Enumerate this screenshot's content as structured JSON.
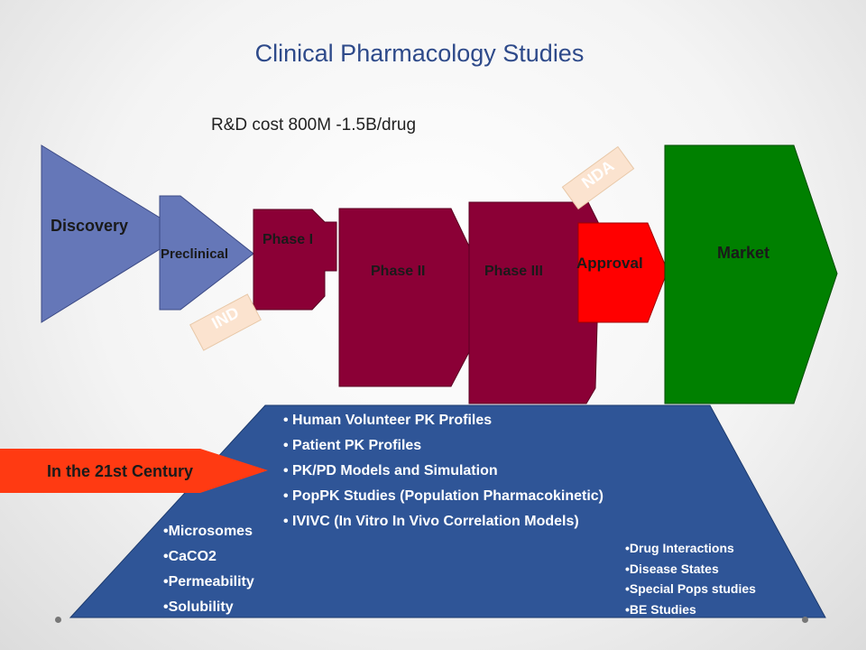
{
  "title": "Clinical Pharmacology Studies",
  "cost_note": "R&D cost 800M -1.5B/drug",
  "stages": {
    "discovery": "Discovery",
    "preclinical": "Preclinical",
    "phase1": "Phase I",
    "phase2": "Phase II",
    "phase3": "Phase III",
    "approval": "Approval",
    "market": "Market"
  },
  "tags": {
    "ind": "IND",
    "nda": "NDA"
  },
  "century_arrow": "In the 21st Century",
  "pk_items": [
    "Human Volunteer PK Profiles",
    "Patient PK Profiles",
    "PK/PD Models and Simulation",
    "PopPK Studies (Population  Pharmacokinetic)",
    "IVIVC (In Vitro In Vivo Correlation  Models)"
  ],
  "left_items": [
    "•Microsomes",
    "•CaCO2",
    "•Permeability",
    "•Solubility"
  ],
  "right_items": [
    "•Drug Interactions",
    "•Disease States",
    "•Special Pops studies",
    "•BE Studies"
  ],
  "colors": {
    "discovery": "#6577b8",
    "phase": "#8b0036",
    "approval": "#ff0000",
    "market": "#008000",
    "trapezoid": "#2f5597",
    "arrow": "#ff3a12",
    "title": "#2e4a8a"
  }
}
